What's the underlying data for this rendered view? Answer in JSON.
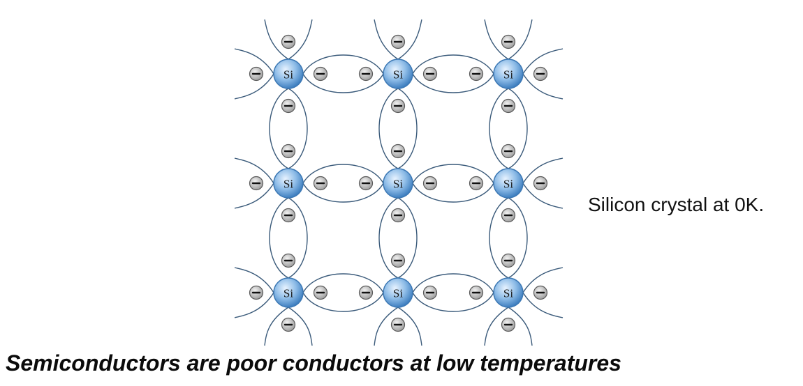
{
  "diagram": {
    "atom_label": "Si",
    "rows": 3,
    "cols": 3,
    "colors": {
      "atom_fill": "#7fb0e0",
      "atom_stroke": "#3c78b4",
      "bond_line": "#3a5a7a",
      "electron_fill": "#c4c4c4",
      "electron_stroke": "#5a5a5a"
    }
  },
  "captions": {
    "side": "Silicon crystal at 0K.",
    "bottom": "Semiconductors are poor conductors at low temperatures"
  }
}
